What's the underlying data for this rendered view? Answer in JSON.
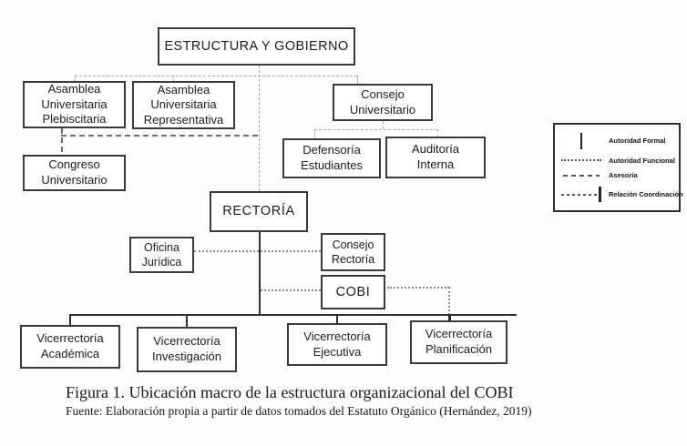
{
  "colors": {
    "box_border": "#3a3a3a",
    "solid_line": "#2e2e2e",
    "tree_dashed_line": "#a9a9a9",
    "asesoria_dashed_line": "#6f6f6f",
    "text": "#1c1c1c",
    "background": "#fdfdfc"
  },
  "nodes": {
    "estructura_gobierno": {
      "label": "ESTRUCTURA Y GOBIERNO"
    },
    "asamblea_plebiscitaria": {
      "label": "Asamblea\nUniversitaria\nPlebiscitaria"
    },
    "asamblea_representativa": {
      "label": "Asamblea\nUniversitaria\nRepresentativa"
    },
    "consejo_universitario": {
      "label": "Consejo\nUniversitario"
    },
    "congreso_universitario": {
      "label": "Congreso\nUniversitario"
    },
    "defensoria_estudiantes": {
      "label": "Defensoría\nEstudiantes"
    },
    "auditoria_interna": {
      "label": "Auditoría\nInterna"
    },
    "rectoria": {
      "label": "RECTORÍA"
    },
    "oficina_juridica": {
      "label": "Oficina\nJurídica"
    },
    "consejo_rectoria": {
      "label": "Consejo\nRectoría"
    },
    "cobi": {
      "label": "COBI"
    },
    "vicerrectoria_academica": {
      "label": "Vicerrectoría\nAcadémica"
    },
    "vicerrectoria_investigacion": {
      "label": "Vicerrectoría\nInvestigación"
    },
    "vicerrectoria_ejecutiva": {
      "label": "Vicerrectoría\nEjecutiva"
    },
    "vicerrectoria_planificacion": {
      "label": "Vicerrectoría\nPlanificación"
    }
  },
  "legend": {
    "items": [
      {
        "label": "Autoridad Formal",
        "symbol": "solid-vertical-line"
      },
      {
        "label": "Autoridad Funcional",
        "symbol": "fine-dotted-line"
      },
      {
        "label": "Asesoría",
        "symbol": "dashed-line"
      },
      {
        "label": "Relación Coordinación",
        "symbol": "dotted-line-with-thick-bar"
      }
    ]
  },
  "caption": {
    "figure": "Figura 1. Ubicación macro de la estructura organizacional del COBI",
    "source": "Fuente: Elaboración propia a partir de datos tomados del Estatuto Orgánico (Hernández, 2019)"
  }
}
